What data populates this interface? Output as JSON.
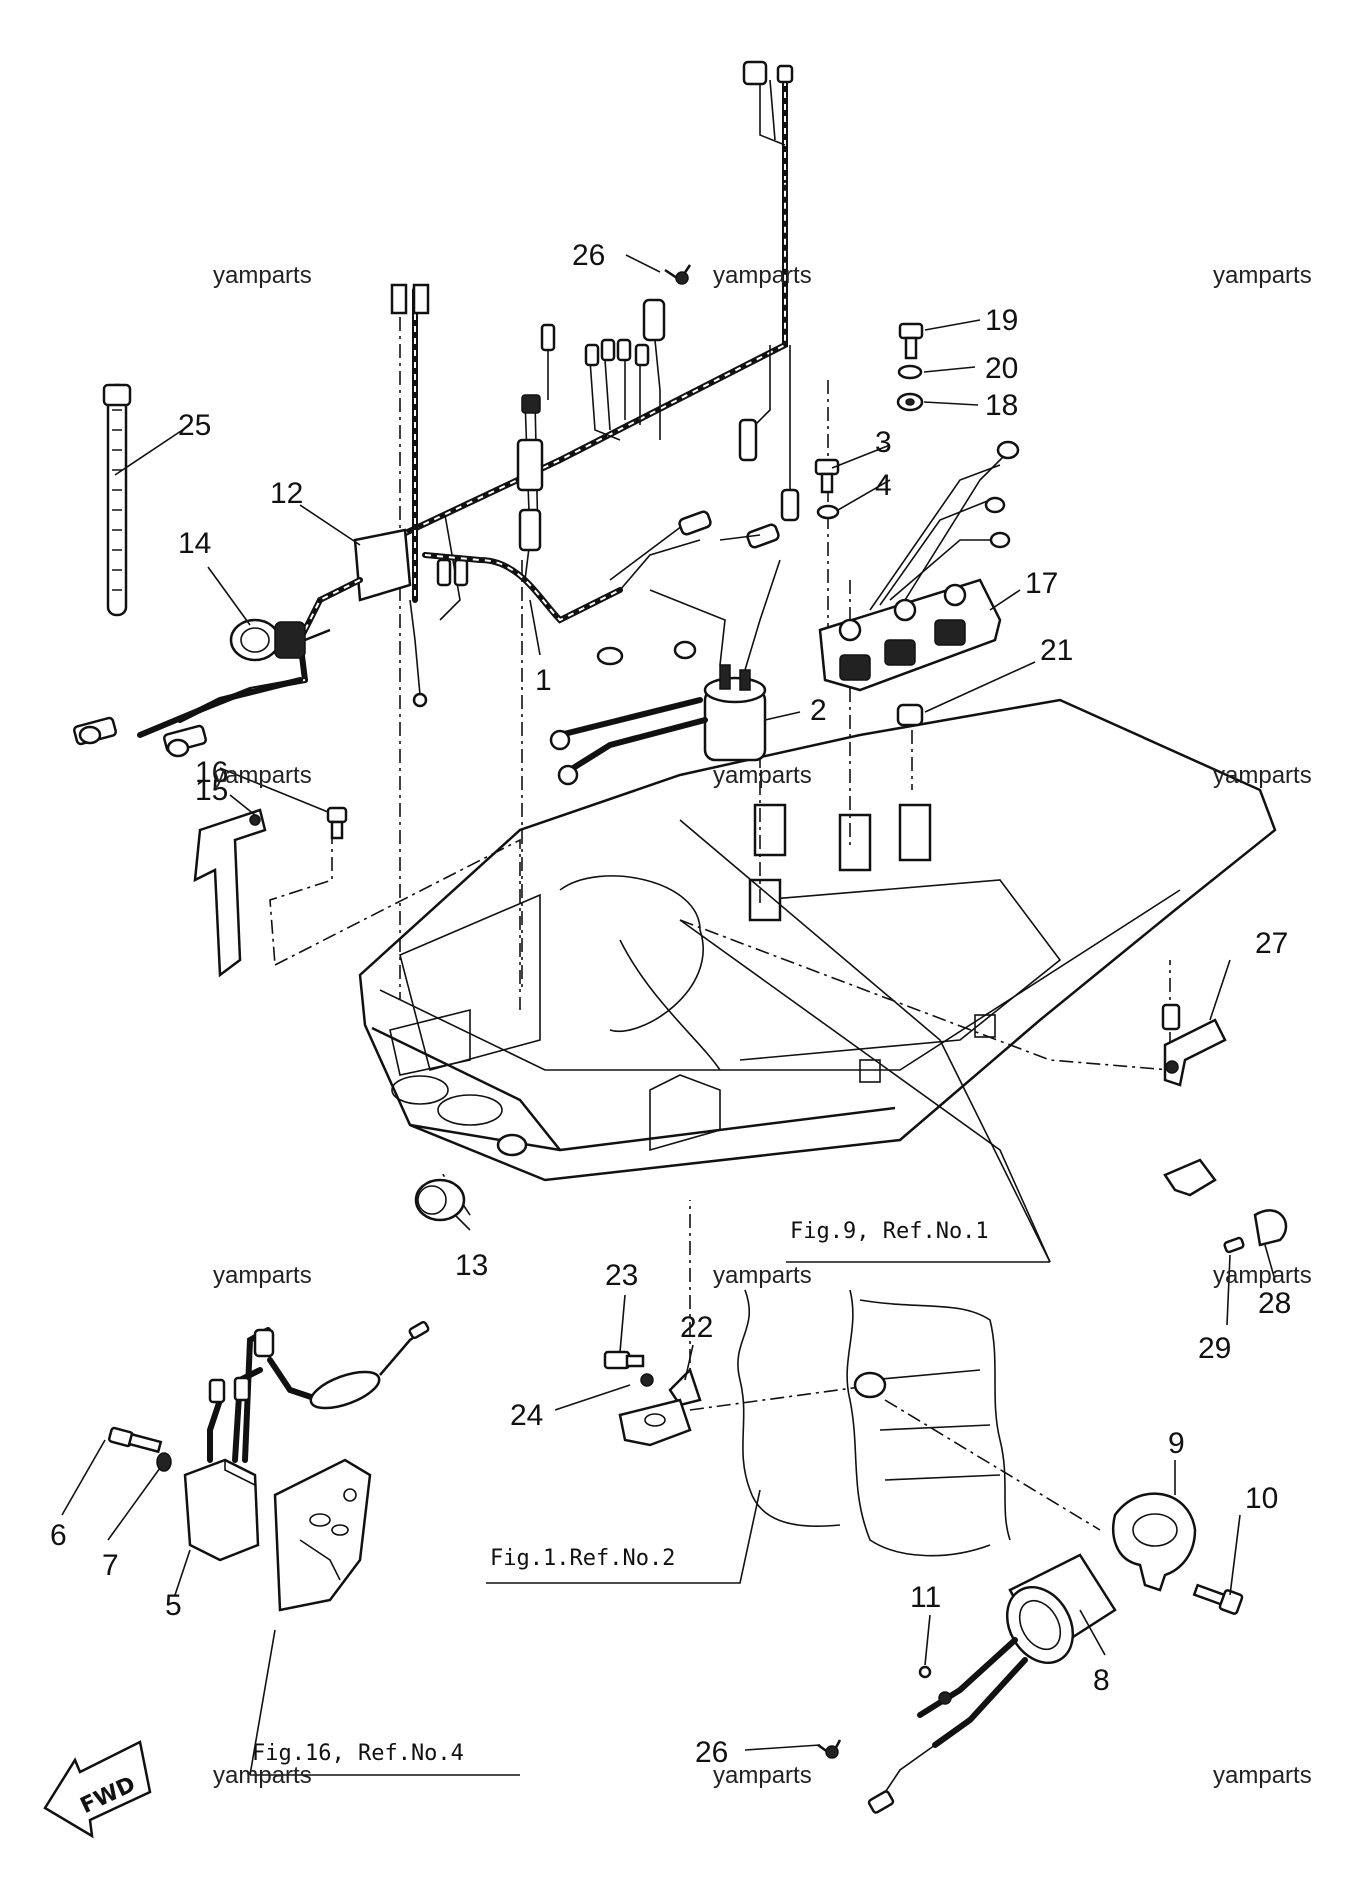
{
  "watermarks": [
    "yamparts",
    "yamparts",
    "yamparts",
    "yamparts",
    "yamparts",
    "yamparts",
    "yamparts",
    "yamparts",
    "yamparts",
    "yamparts",
    "yamparts",
    "yamparts"
  ],
  "callouts": [
    "1",
    "2",
    "3",
    "4",
    "5",
    "6",
    "7",
    "8",
    "9",
    "10",
    "11",
    "12",
    "13",
    "14",
    "15",
    "16",
    "17",
    "18",
    "19",
    "20",
    "21",
    "22",
    "23",
    "24",
    "25",
    "26",
    "26",
    "27",
    "28",
    "29"
  ],
  "figure_refs": [
    "Fig.9, Ref.No.1",
    "Fig.1.Ref.No.2",
    "Fig.16, Ref.No.4"
  ],
  "direction_badge": "FWD"
}
